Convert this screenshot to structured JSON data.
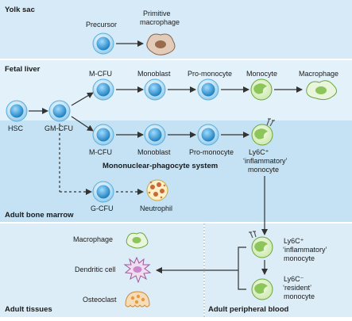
{
  "sections": {
    "yolk_sac": "Yolk sac",
    "fetal_liver": "Fetal liver",
    "adult_bone_marrow": "Adult bone marrow",
    "adult_tissues": "Adult tissues",
    "adult_peripheral_blood": "Adult peripheral blood"
  },
  "yolk_sac": {
    "precursor": "Precursor",
    "primitive_macrophage": [
      "Primitive",
      "macrophage"
    ]
  },
  "fetal_liver": {
    "hsc": "HSC",
    "gm_cfu": "GM-CFU",
    "top_row": [
      "M-CFU",
      "Monoblast",
      "Pro-monocyte",
      "Monocyte",
      "Macrophage"
    ]
  },
  "bone_marrow": {
    "row": [
      "M-CFU",
      "Monoblast",
      "Pro-monocyte"
    ],
    "ly6c_inflammatory": [
      "Ly6C⁺",
      "‘inflammatory’",
      "monocyte"
    ],
    "system_label": "Mononuclear-phagocyte system",
    "g_cfu": "G-CFU",
    "neutrophil": "Neutrophil"
  },
  "peripheral_blood": {
    "ly6c_inflammatory": [
      "Ly6C⁺",
      "‘inflammatory’",
      "monocyte"
    ],
    "ly6c_resident": [
      "Ly6C⁻",
      "‘resident’",
      "monocyte"
    ]
  },
  "tissues": {
    "macrophage": "Macrophage",
    "dendritic_cell": "Dendritic cell",
    "osteoclast": "Osteoclast"
  },
  "colors": {
    "panel_light": "#dbeef8",
    "panel_mid": "#bfe0f1",
    "divider": "#ffffff",
    "arrow": "#333333",
    "stem_cell": "#3aa6dc",
    "monocyte_green": "#9bcf67",
    "macrophage_purple": "#c989c8",
    "osteoclast_orange": "#f0b06a",
    "primitive_brown": "#a8795a",
    "neutrophil_yellow": "#f3df8c"
  }
}
